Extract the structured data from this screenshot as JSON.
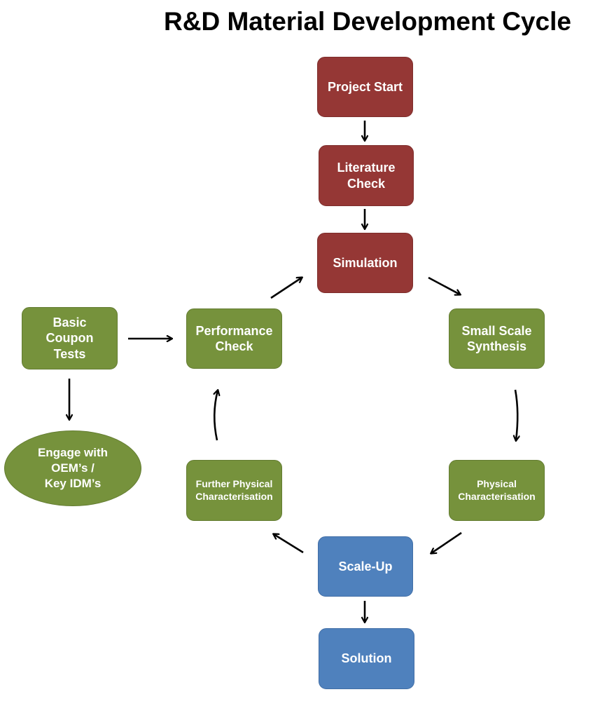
{
  "title": "R&D Material Development Cycle",
  "colors": {
    "red": "#953735",
    "green": "#76923c",
    "blue": "#4f81bd",
    "arrow": "#000000"
  },
  "nodes": {
    "project_start": "Project Start",
    "literature_check": "Literature\nCheck",
    "simulation": "Simulation",
    "small_scale_synthesis": "Small Scale\nSynthesis",
    "physical_characterisation": "Physical\nCharacterisation",
    "scale_up": "Scale-Up",
    "solution": "Solution",
    "further_physical_characterisation": "Further Physical\nCharacterisation",
    "performance_check": "Performance\nCheck",
    "basic_coupon_tests": "Basic\nCoupon\nTests",
    "engage_oems": "Engage with\nOEM’s /\nKey IDM’s"
  },
  "edges": [
    {
      "from": "Project Start",
      "to": "Literature Check"
    },
    {
      "from": "Literature Check",
      "to": "Simulation"
    },
    {
      "from": "Simulation",
      "to": "Small Scale Synthesis"
    },
    {
      "from": "Small Scale Synthesis",
      "to": "Physical Characterisation"
    },
    {
      "from": "Physical Characterisation",
      "to": "Scale-Up"
    },
    {
      "from": "Scale-Up",
      "to": "Solution"
    },
    {
      "from": "Scale-Up",
      "to": "Further Physical Characterisation"
    },
    {
      "from": "Further Physical Characterisation",
      "to": "Performance Check"
    },
    {
      "from": "Performance Check",
      "to": "Simulation"
    },
    {
      "from": "Basic Coupon Tests",
      "to": "Performance Check"
    },
    {
      "from": "Basic Coupon Tests",
      "to": "Engage with OEM’s / Key IDM’s"
    }
  ]
}
